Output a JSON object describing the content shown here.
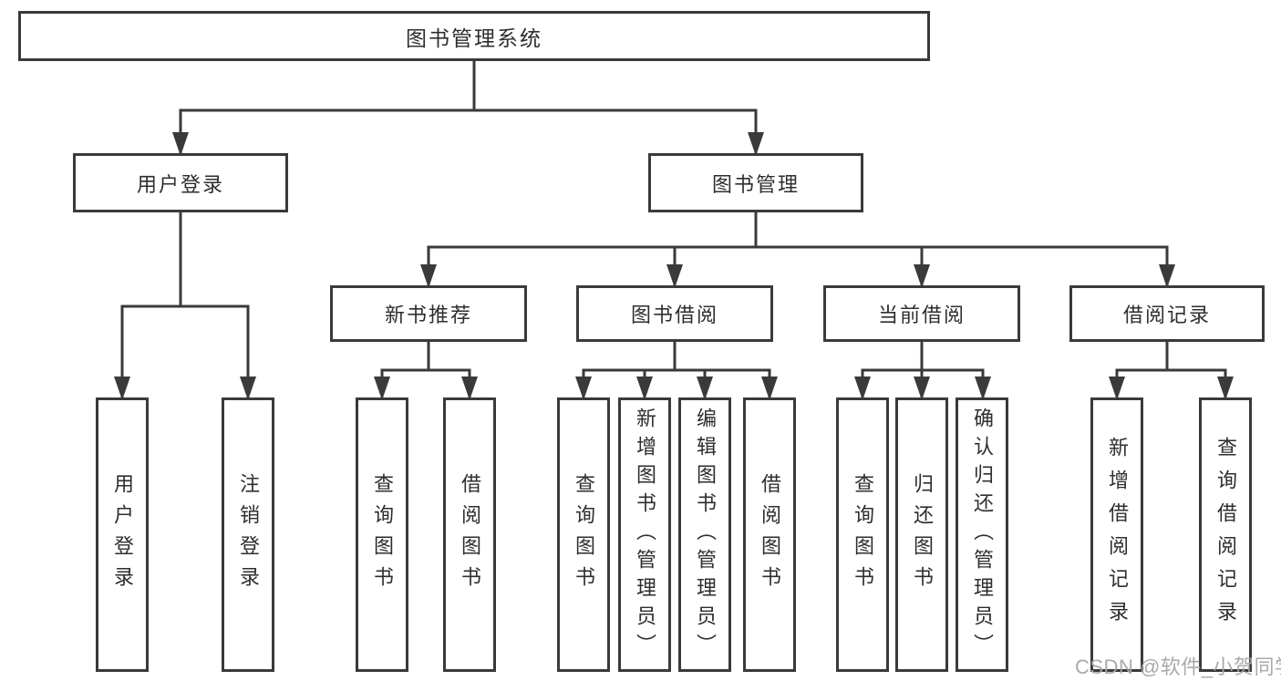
{
  "diagram": {
    "title": "图书管理系统",
    "children": [
      {
        "label": "用户登录",
        "children": [
          {
            "label": "用户登录"
          },
          {
            "label": "注销登录"
          }
        ]
      },
      {
        "label": "图书管理",
        "children": [
          {
            "label": "新书推荐",
            "children": [
              {
                "label": "查询图书"
              },
              {
                "label": "借阅图书"
              }
            ]
          },
          {
            "label": "图书借阅",
            "children": [
              {
                "label": "查询图书"
              },
              {
                "label": "新增图书（管理员）"
              },
              {
                "label": "编辑图书（管理员）"
              },
              {
                "label": "借阅图书"
              }
            ]
          },
          {
            "label": "当前借阅",
            "children": [
              {
                "label": "查询图书"
              },
              {
                "label": "归还图书"
              },
              {
                "label": "确认归还（管理员）"
              }
            ]
          },
          {
            "label": "借阅记录",
            "children": [
              {
                "label": "新增借阅记录"
              },
              {
                "label": "查询借阅记录"
              }
            ]
          }
        ]
      }
    ]
  },
  "watermark": {
    "text": "CSDN @软件_小贺同学"
  },
  "colors": {
    "line": "#3a3a3a",
    "box_border": "#3a3a3a",
    "box_fill": "#ffffff",
    "text": "#2e2e2e",
    "watermark": "#a5a5a5",
    "background": "#ffffff"
  }
}
